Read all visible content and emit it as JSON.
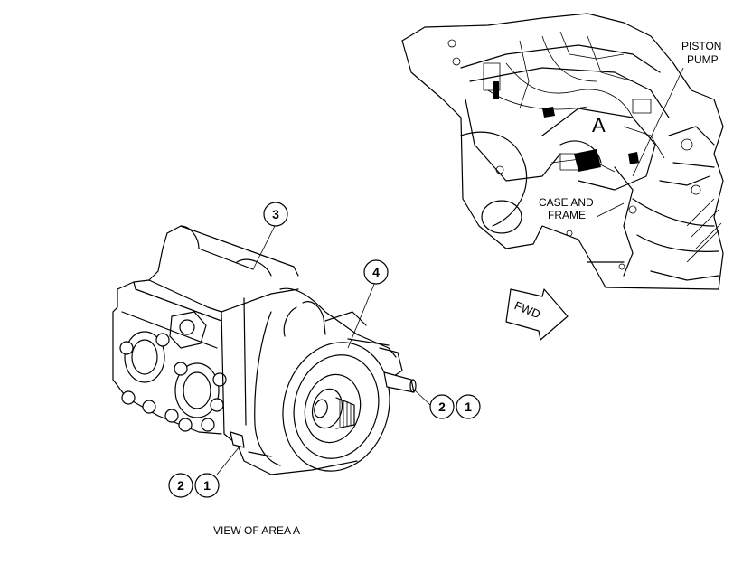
{
  "labels": {
    "piston_pump_line1": "PISTON",
    "piston_pump_line2": "PUMP",
    "case_frame_line1": "CASE AND",
    "case_frame_line2": "FRAME",
    "area_marker": "A",
    "fwd": "FWD",
    "view_caption": "VIEW OF AREA A"
  },
  "callouts": {
    "item_3": "3",
    "item_4": "4",
    "item_2_right": "2",
    "item_1_right": "1",
    "item_2_lower": "2",
    "item_1_lower": "1"
  }
}
